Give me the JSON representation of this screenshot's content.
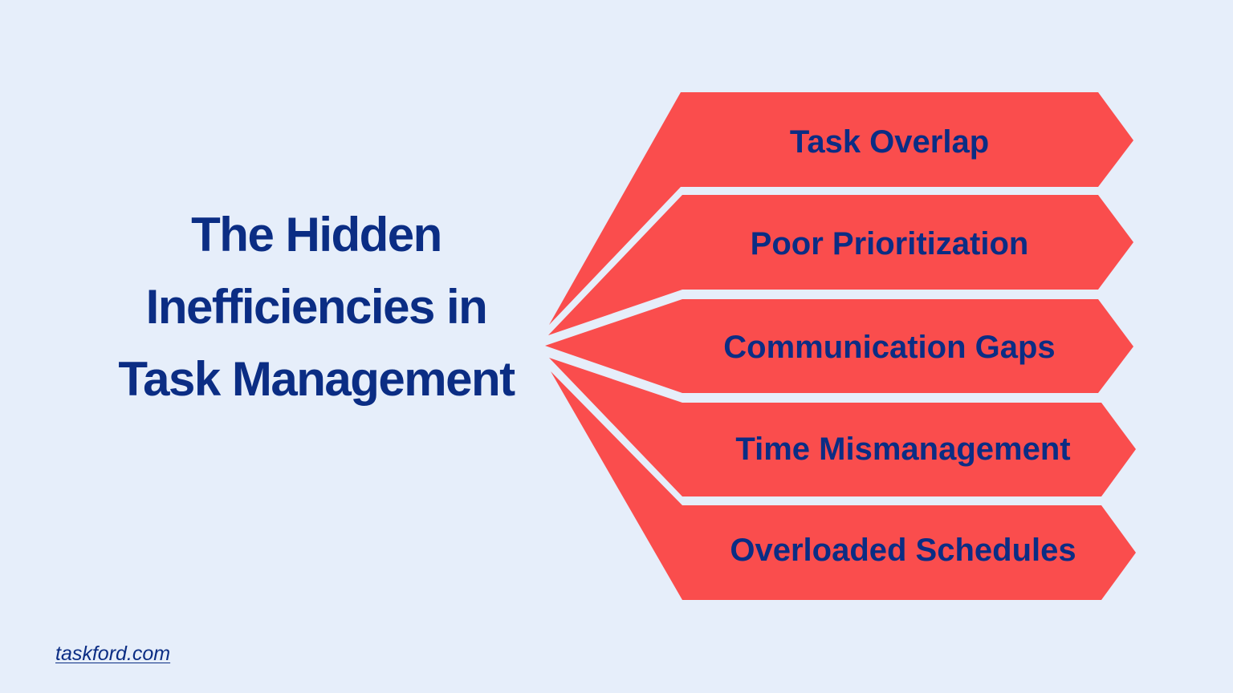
{
  "title": "The Hidden Inefficiencies in Task Management",
  "items": [
    {
      "label": "Task Overlap"
    },
    {
      "label": "Poor Prioritization"
    },
    {
      "label": "Communication Gaps"
    },
    {
      "label": "Time Mismanagement"
    },
    {
      "label": "Overloaded Schedules"
    }
  ],
  "footer": {
    "link": "taskford.com"
  },
  "colors": {
    "background": "#e6eefa",
    "arrow_fill": "#fa4d4d",
    "text": "#0b2d84"
  }
}
